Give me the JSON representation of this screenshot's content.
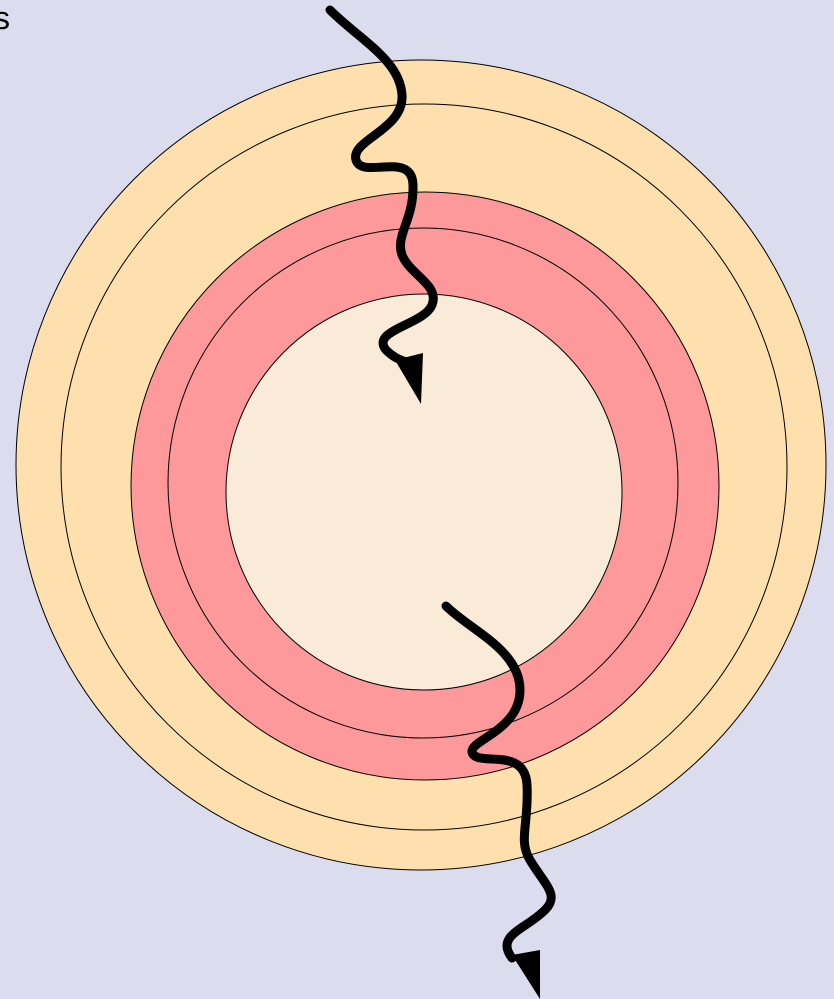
{
  "corner_text": "s",
  "colors": {
    "background": "#dcdcef",
    "outer_layer": "#fde0ae",
    "middle_layer": "#fd999a",
    "core": "#f9ebd8",
    "outline": "#000000",
    "arrow": "#000000"
  },
  "layers": [
    {
      "name": "outer-layer-outer-band",
      "fill": "outer_layer"
    },
    {
      "name": "outer-layer-inner-band",
      "fill": "outer_layer"
    },
    {
      "name": "middle-layer-outer-band",
      "fill": "middle_layer"
    },
    {
      "name": "middle-layer-inner-band",
      "fill": "middle_layer"
    },
    {
      "name": "core",
      "fill": "core"
    }
  ],
  "arrows": [
    {
      "name": "incoming-wavy-arrow"
    },
    {
      "name": "outgoing-wavy-arrow"
    }
  ]
}
